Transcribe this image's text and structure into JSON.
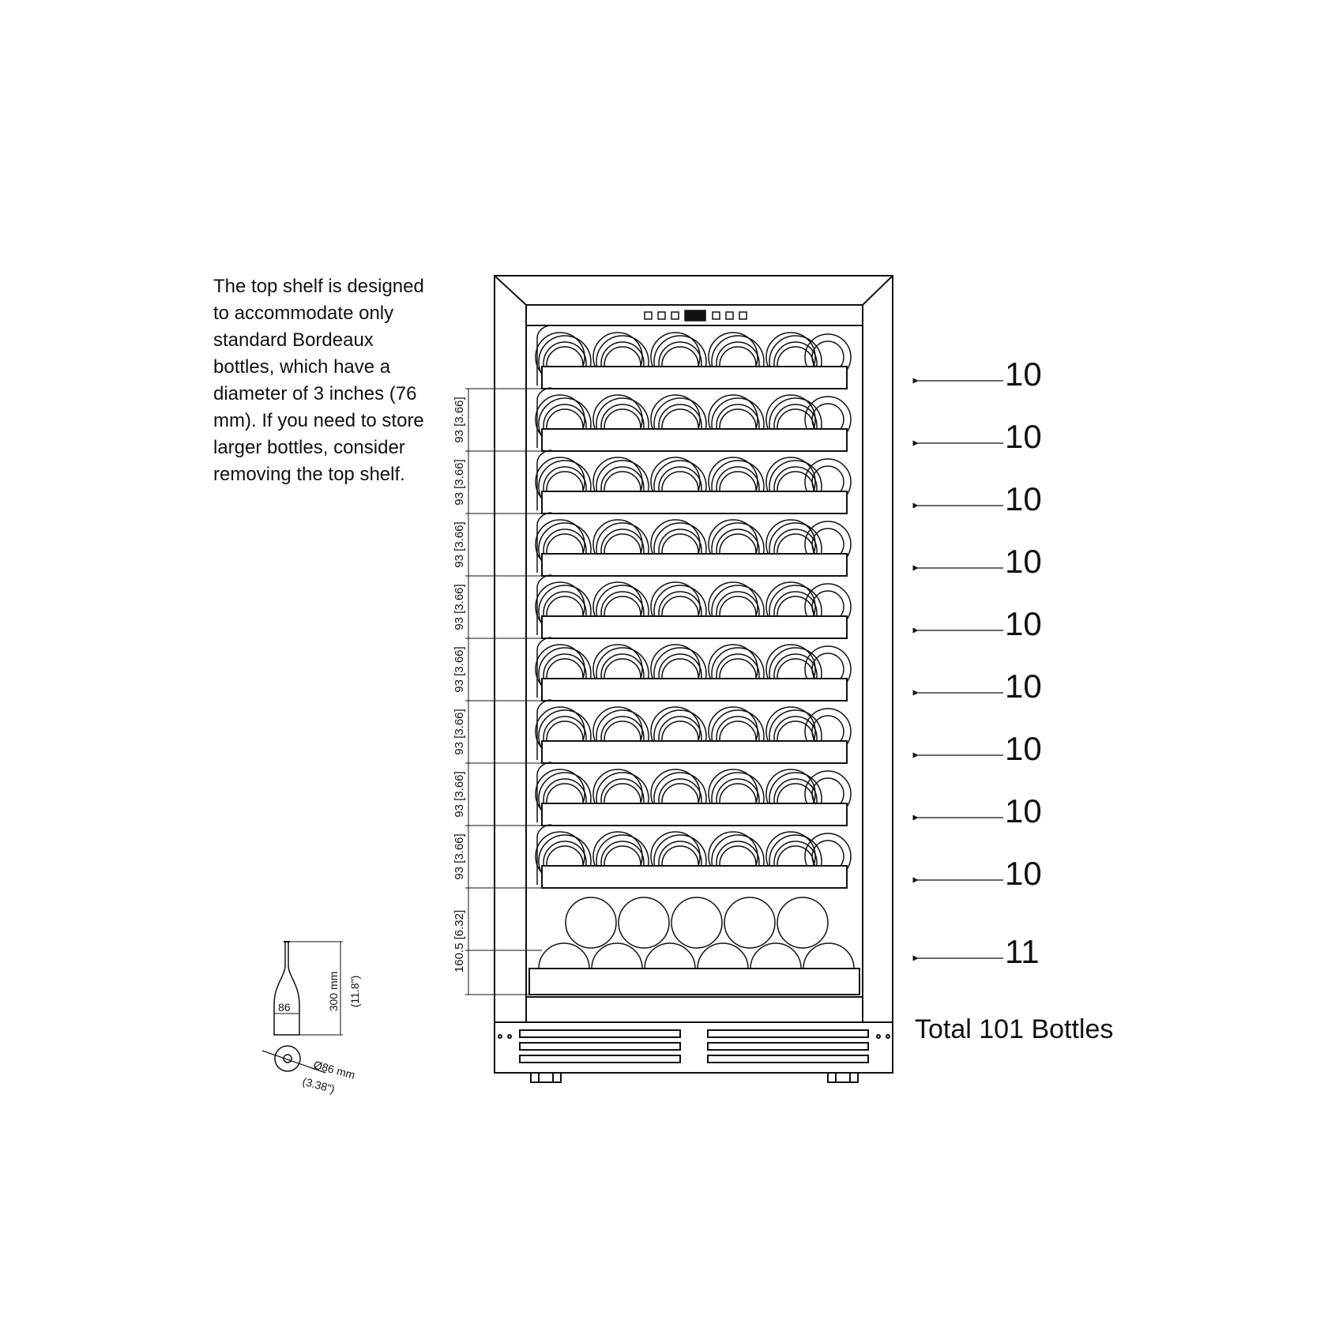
{
  "note": {
    "lines": [
      "The top shelf is designed",
      "to accommodate only",
      "standard Bordeaux",
      "bottles, which have a",
      "diameter of 3 inches (76",
      "mm). If you need to store",
      "larger bottles, consider",
      "removing the top shelf."
    ]
  },
  "shelf_dimension_label": "93 [3.66]",
  "bottom_dimension_label": "160.5 [6.32]",
  "shelf_counts": [
    "10",
    "10",
    "10",
    "10",
    "10",
    "10",
    "10",
    "10",
    "10"
  ],
  "bottom_count": "11",
  "total_label": "Total 101 Bottles",
  "bottle_spec": {
    "height_mm": "300 mm",
    "height_in": "(11.8\")",
    "width_label": "86",
    "diameter_mm": "Ø86 mm",
    "diameter_in": "(3.38\")"
  },
  "colors": {
    "line": "#111111",
    "background": "#ffffff"
  }
}
